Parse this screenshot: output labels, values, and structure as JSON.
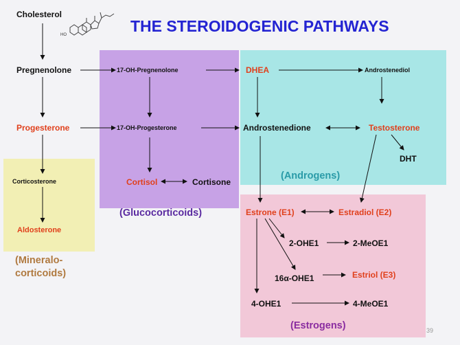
{
  "title": "THE STEROIDOGENIC PATHWAYS",
  "molecule_icon": "cholesterol-structure-icon",
  "nodes": {
    "cholesterol": "Cholesterol",
    "pregnenolone": "Pregnenolone",
    "oh17_pregnenolone": "17-OH-Pregnenolone",
    "dhea": "DHEA",
    "androstenediol": "Androstenediol",
    "progesterone": "Progesterone",
    "oh17_progesterone": "17-OH-Progesterone",
    "androstenedione": "Androstenedione",
    "testosterone": "Testosterone",
    "dht": "DHT",
    "corticosterone": "Corticosterone",
    "cortisol": "Cortisol",
    "cortisone": "Cortisone",
    "aldosterone": "Aldosterone",
    "estrone": "Estrone (E1)",
    "estradiol": "Estradiol (E2)",
    "ohe1_2": "2-OHE1",
    "meoe1_2": "2-MeOE1",
    "ohe1_16a": "16α-OHE1",
    "estriol": "Estriol (E3)",
    "ohe1_4": "4-OHE1",
    "meoe1_4": "4-MeOE1"
  },
  "groups": {
    "glucocorticoids": "(Glucocorticoids)",
    "androgens": "(Androgens)",
    "estrogens": "(Estrogens)",
    "mineralocorticoids_line1": "(Mineralo-",
    "mineralocorticoids_line2": "corticoids)"
  },
  "slide_number": "39",
  "colors": {
    "title": "#2424d2",
    "highlight": "#e0401c",
    "glucocorticoids_region": "#c7a2e6",
    "androgens_region": "#a8e6e6",
    "estrogens_region": "#f2c8d8",
    "mineralocorticoids_region": "#f2efb4"
  }
}
